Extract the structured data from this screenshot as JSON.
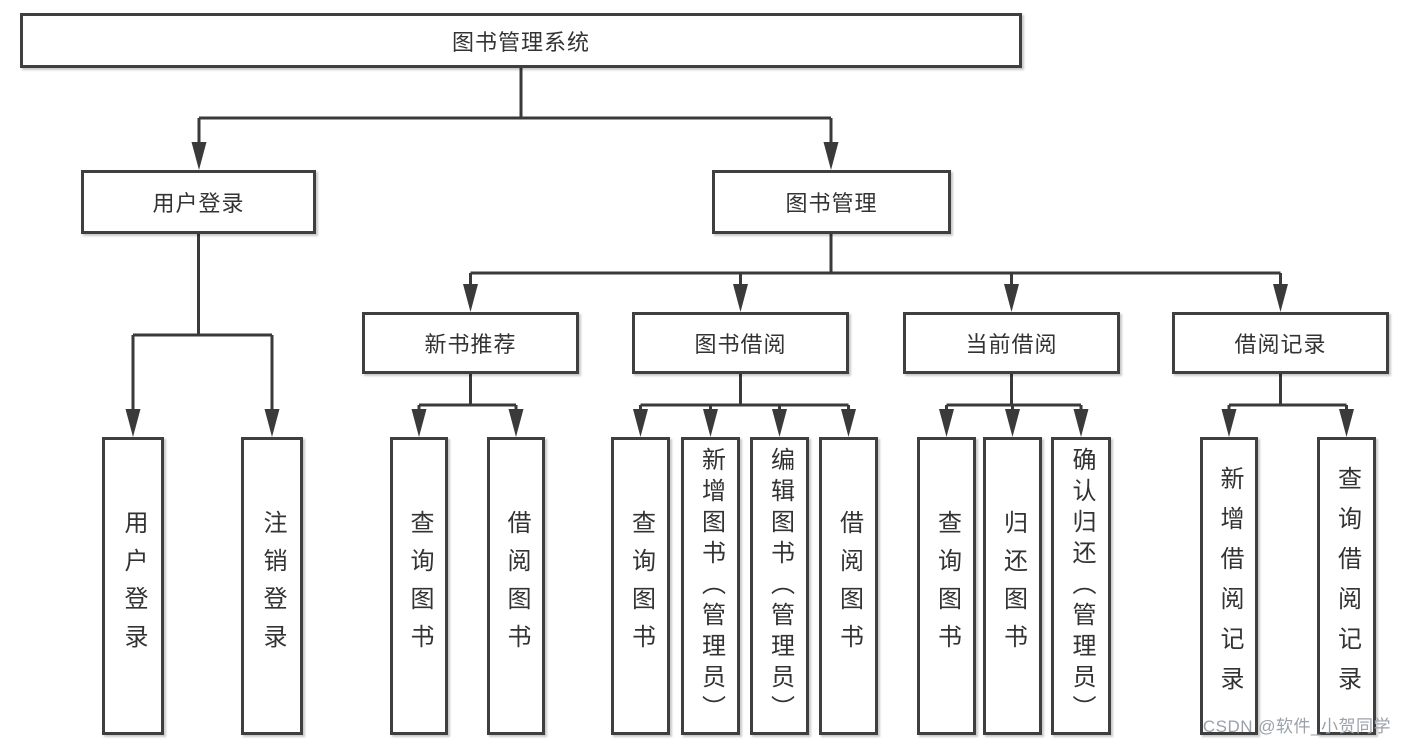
{
  "tree": {
    "label": "图书管理系统",
    "children": [
      {
        "label": "用户登录",
        "children": [
          {
            "label": "用户登录"
          },
          {
            "label": "注销登录"
          }
        ]
      },
      {
        "label": "图书管理",
        "children": [
          {
            "label": "新书推荐",
            "children": [
              {
                "label": "查询图书"
              },
              {
                "label": "借阅图书"
              }
            ]
          },
          {
            "label": "图书借阅",
            "children": [
              {
                "label": "查询图书"
              },
              {
                "label": "新增图书（管理员）"
              },
              {
                "label": "编辑图书（管理员）"
              },
              {
                "label": "借阅图书"
              }
            ]
          },
          {
            "label": "当前借阅",
            "children": [
              {
                "label": "查询图书"
              },
              {
                "label": "归还图书"
              },
              {
                "label": "确认归还（管理员）"
              }
            ]
          },
          {
            "label": "借阅记录",
            "children": [
              {
                "label": "新增借阅记录"
              },
              {
                "label": "查询借阅记录"
              }
            ]
          }
        ]
      }
    ]
  },
  "watermark": "CSDN @软件_小贺同学",
  "colors": {
    "line": "#3a3a3a",
    "text": "#333333",
    "watermark": "#9aa2a9",
    "background": "#ffffff"
  }
}
